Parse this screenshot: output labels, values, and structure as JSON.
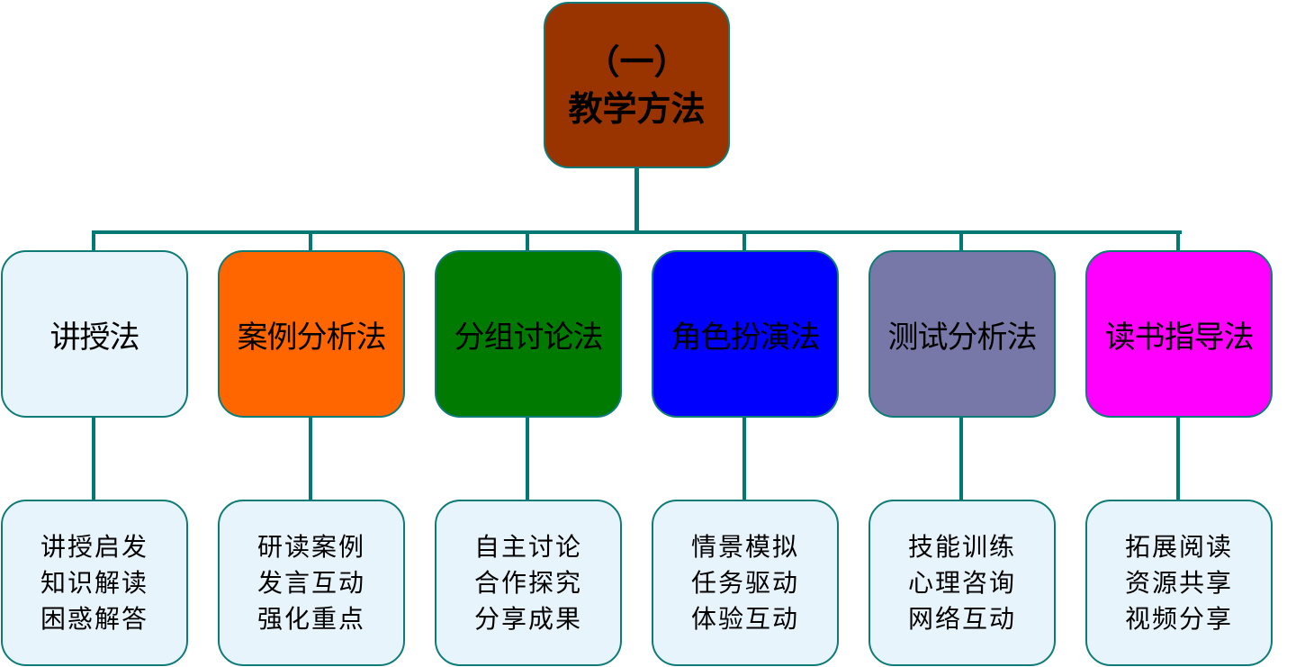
{
  "root": {
    "line1": "（一）",
    "line2": "教学方法",
    "color": "#993300"
  },
  "methods": [
    {
      "label": "讲授法",
      "color": "#e8f4fc",
      "details": [
        "讲授启发",
        "知识解读",
        "困惑解答"
      ]
    },
    {
      "label": "案例分析法",
      "color": "#ff6600",
      "details": [
        "研读案例",
        "发言互动",
        "强化重点"
      ]
    },
    {
      "label": "分组讨论法",
      "color": "#007a00",
      "details": [
        "自主讨论",
        "合作探究",
        "分享成果"
      ]
    },
    {
      "label": "角色扮演法",
      "color": "#0000ff",
      "details": [
        "情景模拟",
        "任务驱动",
        "体验互动"
      ]
    },
    {
      "label": "测试分析法",
      "color": "#7878a8",
      "details": [
        "技能训练",
        "心理咨询",
        "网络互动"
      ]
    },
    {
      "label": "读书指导法",
      "color": "#ff00ff",
      "details": [
        "拓展阅读",
        "资源共享",
        "视频分享"
      ]
    }
  ],
  "connector_color": "#007874"
}
